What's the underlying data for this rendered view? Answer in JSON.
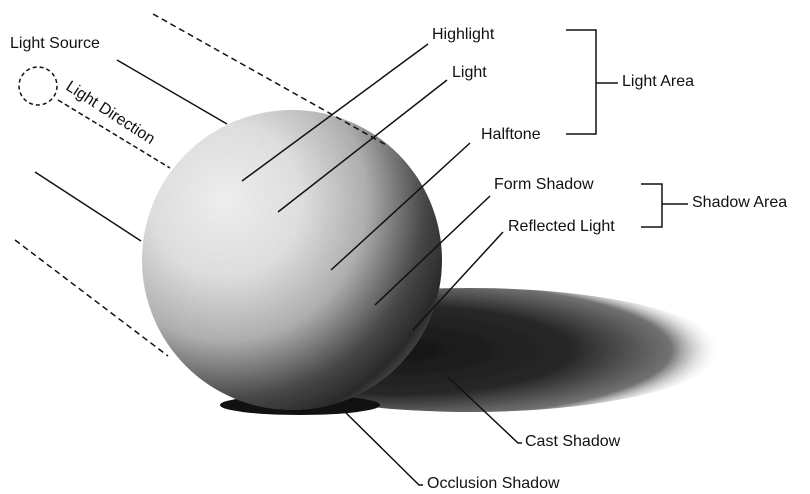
{
  "labels": {
    "light_source": "Light Source",
    "light_direction": "Light Direction",
    "highlight": "Highlight",
    "light": "Light",
    "halftone": "Halftone",
    "light_area": "Light Area",
    "form_shadow": "Form Shadow",
    "reflected_light": "Reflected Light",
    "shadow_area": "Shadow Area",
    "cast_shadow": "Cast Shadow",
    "occlusion_shadow": "Occlusion Shadow"
  },
  "colors": {
    "ink": "#111111",
    "sphere_light": "#f4f4f4",
    "sphere_dark": "#2a2a2a",
    "cast_shadow": "#1a1a1a"
  }
}
